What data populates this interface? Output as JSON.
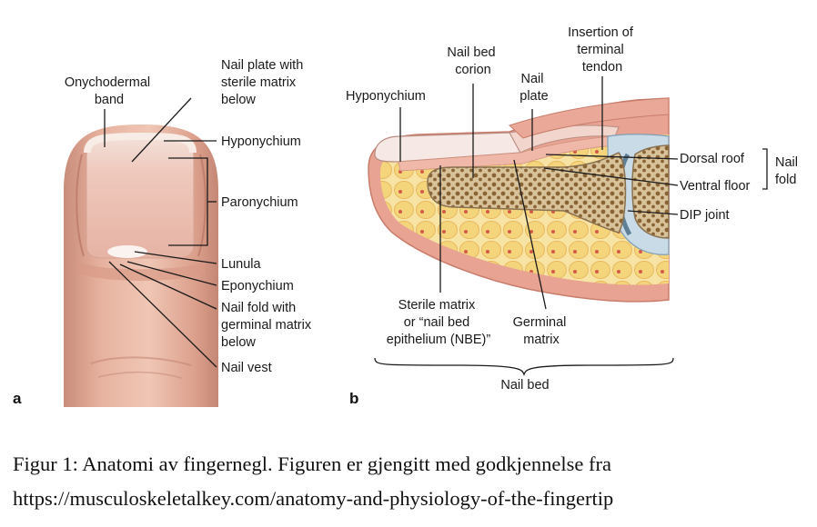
{
  "panel_a": {
    "letter": "a",
    "labels": {
      "onychodermal_band": [
        "Onychodermal",
        "band"
      ],
      "nail_plate": [
        "Nail plate with",
        "sterile matrix",
        "below"
      ],
      "hyponychium": [
        "Hyponychium"
      ],
      "paronychium": [
        "Paronychium"
      ],
      "lunula": [
        "Lunula"
      ],
      "eponychium": [
        "Eponychium"
      ],
      "nail_fold": [
        "Nail fold with",
        "germinal matrix",
        "below"
      ],
      "nail_vest": [
        "Nail vest"
      ]
    }
  },
  "panel_b": {
    "letter": "b",
    "labels": {
      "hyponychium": [
        "Hyponychium"
      ],
      "nail_bed_corion": [
        "Nail bed",
        "corion"
      ],
      "nail_plate": [
        "Nail",
        "plate"
      ],
      "terminal_tendon": [
        "Insertion of",
        "terminal",
        "tendon"
      ],
      "dorsal_roof": [
        "Dorsal roof"
      ],
      "ventral_floor": [
        "Ventral floor"
      ],
      "nail_fold": [
        "Nail",
        "fold"
      ],
      "dip_joint": [
        "DIP joint"
      ],
      "sterile_matrix": [
        "Sterile matrix",
        "or “nail bed",
        "epithelium (NBE)”"
      ],
      "germinal_matrix": [
        "Germinal",
        "matrix"
      ],
      "nail_bed": [
        "Nail bed"
      ]
    }
  },
  "caption": {
    "line1": "Figur 1: Anatomi av fingernegl. Figuren er gjengitt med godkjennelse fra",
    "line2": "https://musculoskeletalkey.com/anatomy-and-physiology-of-the-fingertip"
  }
}
